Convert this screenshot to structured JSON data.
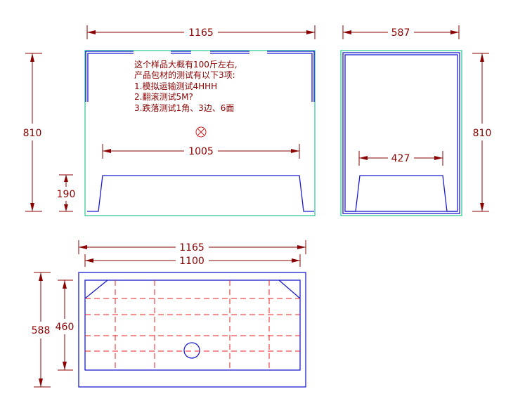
{
  "front_view": {
    "dim_width": "1165",
    "dim_inner_width": "1005",
    "dim_height": "810",
    "dim_leg_height": "190",
    "note_lines": [
      "这个样品大概有100斤左右,",
      "产品包材的测试有以下3项:",
      "1.模拟运输测试4HHH",
      "2.翻滚测试5M?",
      "3.跌落测试1角、3边、6面"
    ]
  },
  "side_view": {
    "dim_width": "587",
    "dim_inner_width": "427",
    "dim_height": "810"
  },
  "top_view": {
    "dim_outer_width": "1165",
    "dim_inner_width": "1100",
    "dim_outer_depth": "588",
    "dim_inner_depth": "460"
  },
  "colors": {
    "dimension": "#8b0000",
    "outline": "#1c1ccf",
    "base_outline": "#33cc99",
    "grid": "#ee2222"
  }
}
